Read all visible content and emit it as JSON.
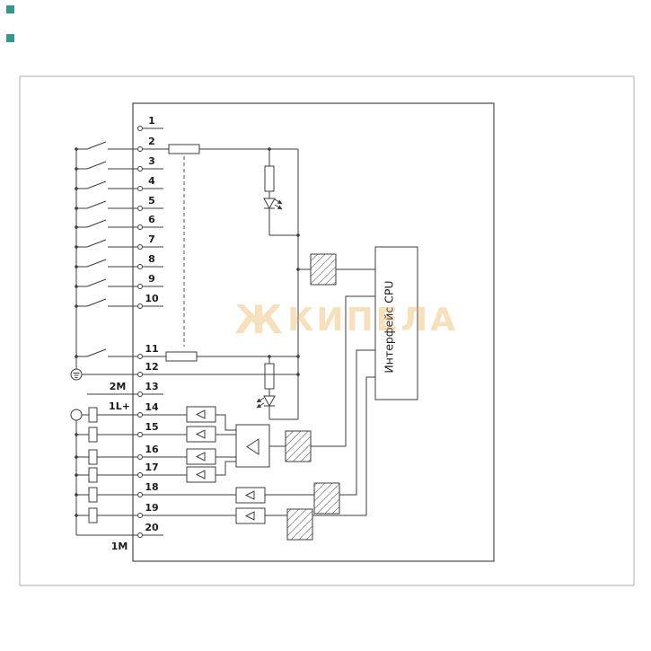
{
  "diagram": {
    "terminals": [
      "1",
      "2",
      "3",
      "4",
      "5",
      "6",
      "7",
      "8",
      "9",
      "10",
      "11",
      "12",
      "13",
      "14",
      "15",
      "16",
      "17",
      "18",
      "19",
      "20"
    ],
    "labels": {
      "common_2m": "2M",
      "supply_1l_plus": "1L+",
      "common_1m": "1M"
    },
    "cpu_interface": {
      "label": "Интерфейс CPU"
    },
    "watermark": {
      "logo_glyph": "Ж",
      "text": "КИПЕЛА",
      "color": "#e8a23b"
    },
    "colors": {
      "line": "#3c3c40",
      "border": "#a9aeb4",
      "corner_mark": "#35958f"
    }
  }
}
